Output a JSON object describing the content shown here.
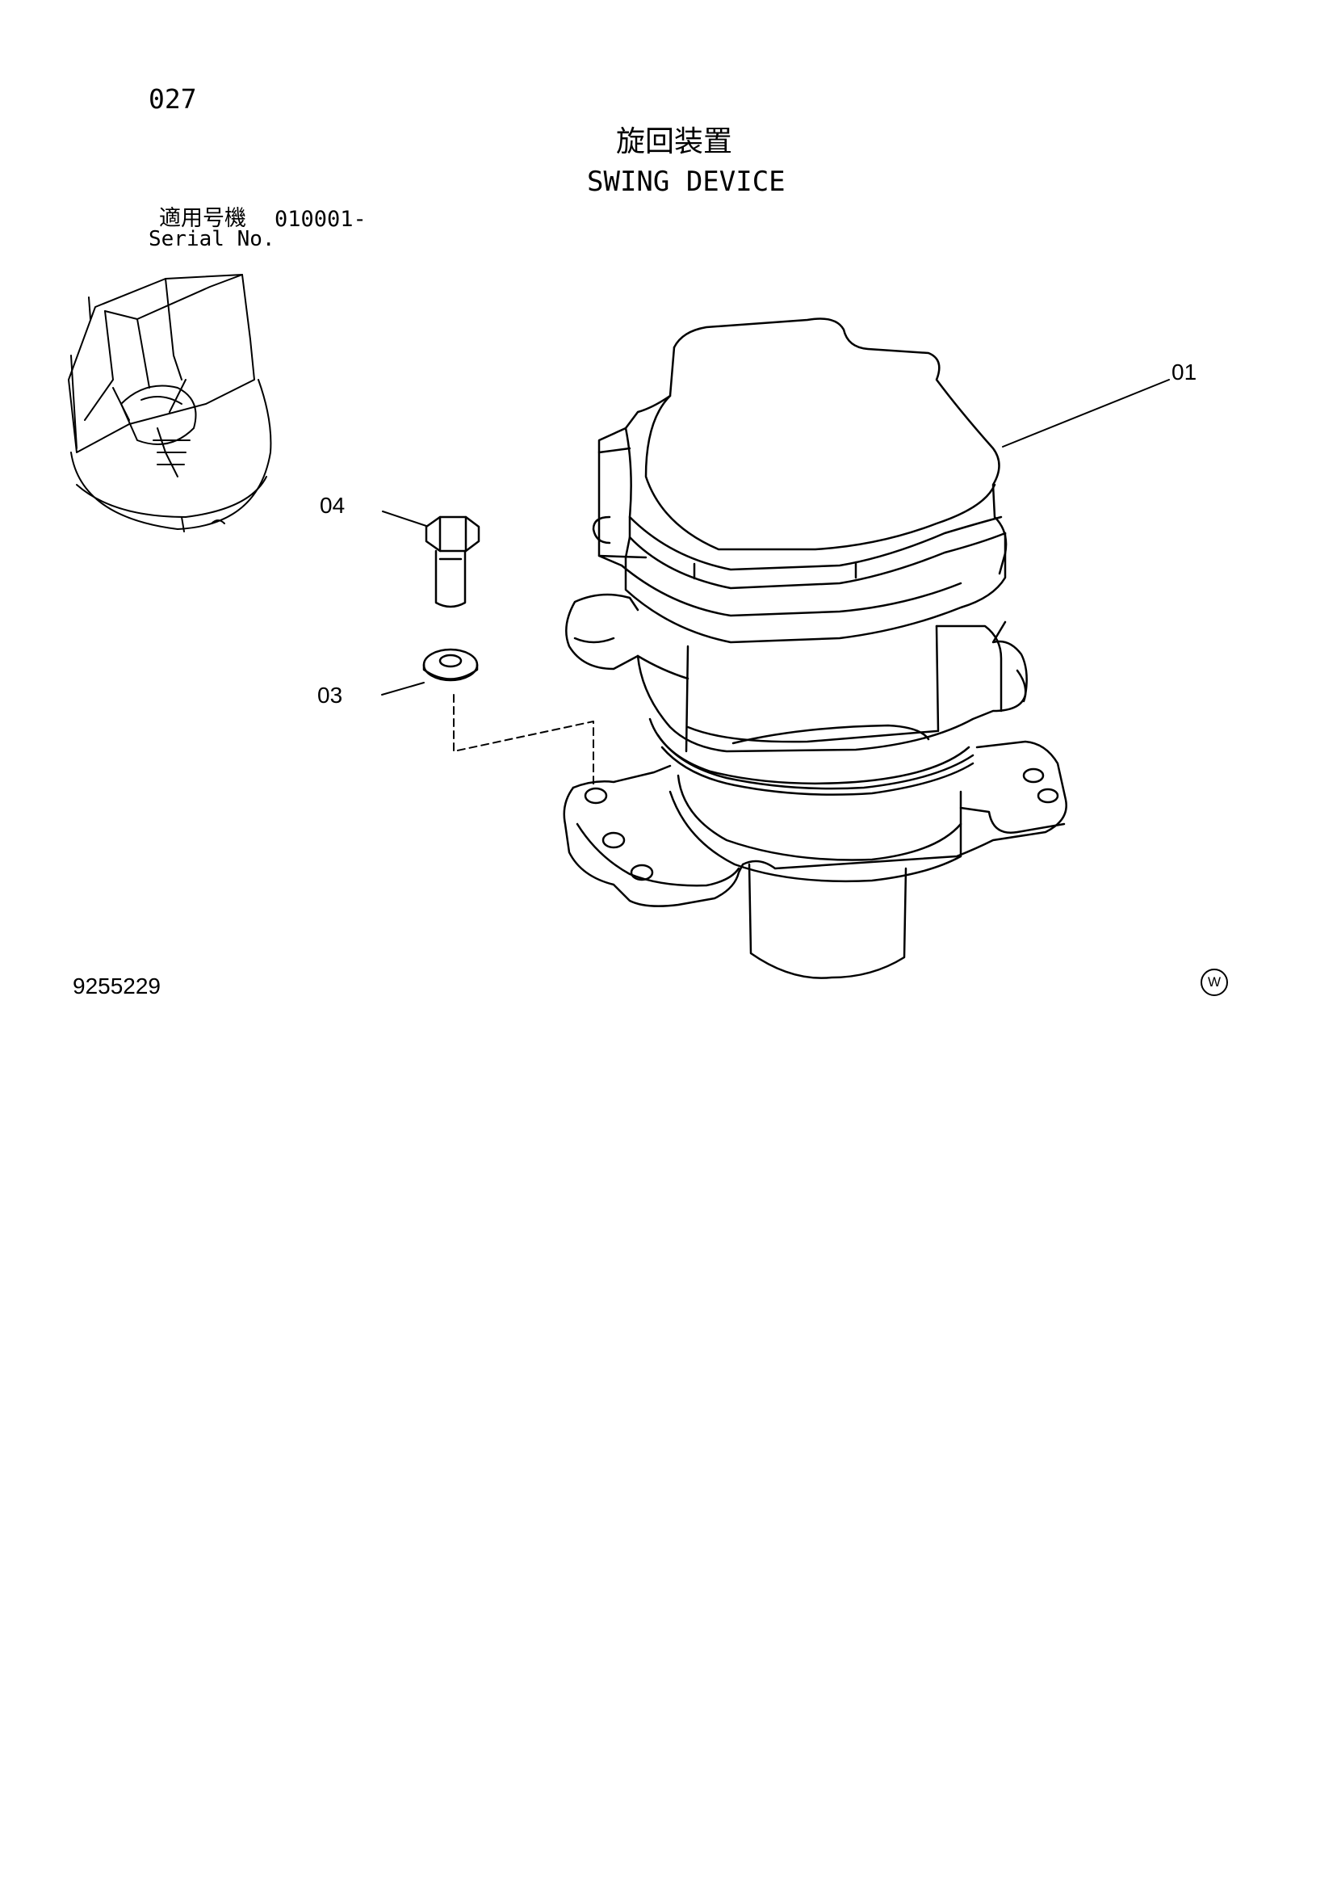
{
  "header": {
    "page_number": "027",
    "title_japanese": "旋回装置",
    "title_english": "SWING DEVICE"
  },
  "serial": {
    "label_japanese": "適用号機",
    "value": "010001-",
    "label_english": "Serial No."
  },
  "callouts": [
    {
      "id": "01"
    },
    {
      "id": "04"
    },
    {
      "id": "03"
    }
  ],
  "footer": {
    "document_number": "9255229",
    "mark": "W"
  }
}
